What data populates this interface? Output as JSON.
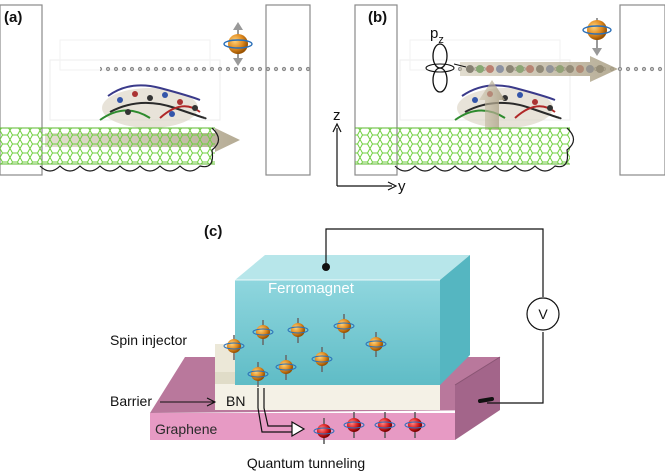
{
  "panels": {
    "a": {
      "label": "(a)"
    },
    "b": {
      "label": "(b)",
      "orbital_label": "p",
      "orbital_subscript": "z"
    },
    "c": {
      "label": "(c)"
    }
  },
  "axes": {
    "z": "z",
    "y": "y"
  },
  "device": {
    "ferromagnet": "Ferromagnet",
    "spin_injector": "Spin injector",
    "barrier": "Barrier",
    "bn": "BN",
    "graphene": "Graphene",
    "voltmeter": "V",
    "caption": "Quantum tunneling"
  },
  "colors": {
    "ferromagnet_top": "#9fdde3",
    "ferromagnet_front": "#6cc7d1",
    "ferromagnet_side": "#55b6c1",
    "bn_layer": "#f4f1e6",
    "graphene_top": "#b9789c",
    "graphene_front": "#e79ac4",
    "graphene_lattice": "#6fcf3f",
    "spin_orange": "#e08a1e",
    "spin_red": "#d91f1f"
  }
}
